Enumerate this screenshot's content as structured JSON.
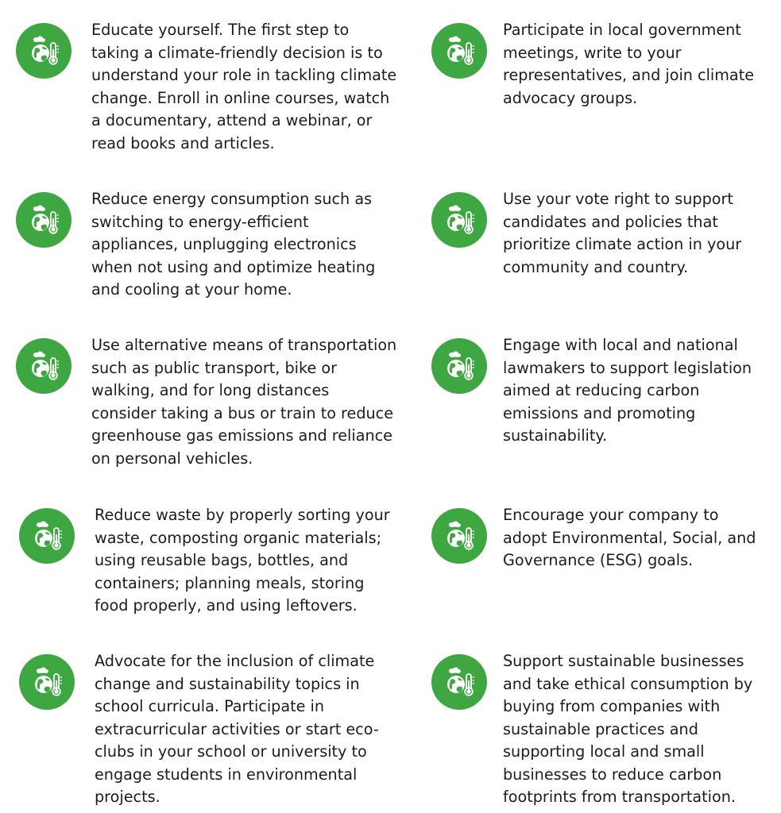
{
  "colors": {
    "icon_bg": "#3fa742",
    "icon_fg": "#ffffff",
    "text": "#1c1c1c"
  },
  "icon": "climate-thermometer-icon",
  "left_items": [
    {
      "text": "Educate yourself. The first step to taking a climate-friendly decision is to understand your role in tackling climate change. Enroll in online courses, watch a documentary, attend a webinar, or read books and articles."
    },
    {
      "text": "Reduce energy consumption such as switching to energy-efficient appliances, unplugging electronics when not using and optimize heating and cooling at your home."
    },
    {
      "text": "Use alternative means of transportation such as public transport, bike or walking, and for long distances consider taking a bus or train to reduce greenhouse gas emissions and reliance on personal vehicles."
    },
    {
      "text": "Reduce waste by properly sorting your waste, composting organic materials; using reusable bags, bottles, and containers; planning meals, storing food properly, and using leftovers."
    },
    {
      "text": "Advocate for the inclusion of climate change and sustainability topics in school curricula. Participate in extracurricular activities or start eco-clubs in your school or university to engage students in environmental projects."
    }
  ],
  "right_items": [
    {
      "text": "Participate in local government meetings, write to your representatives, and join climate advocacy groups."
    },
    {
      "text": "Use your vote right to support candidates and policies that prioritize climate action in your community and country."
    },
    {
      "text": "Engage with local and national lawmakers to support legislation aimed at reducing carbon emissions and promoting sustainability."
    },
    {
      "text": "Encourage your company to adopt Environmental, Social, and Governance (ESG) goals."
    },
    {
      "text": "Support sustainable businesses and take ethical consumption by buying from companies with sustainable practices and supporting local and small businesses to reduce carbon footprints from transportation."
    }
  ]
}
